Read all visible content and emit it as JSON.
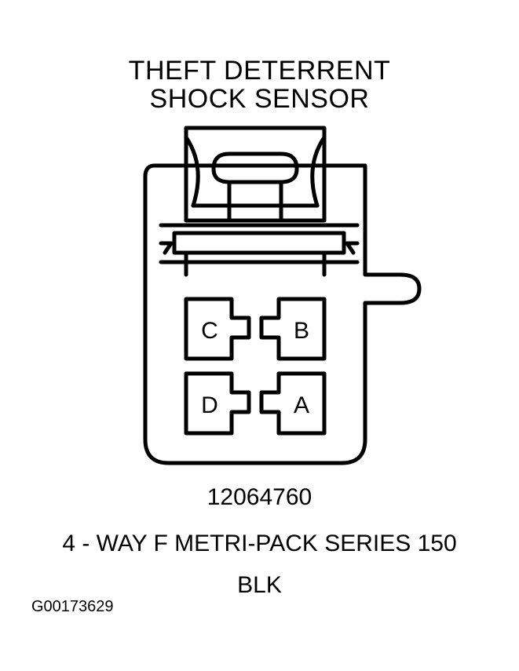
{
  "title": {
    "line1": "THEFT DETERRENT",
    "line2": "SHOCK SENSOR"
  },
  "pins": {
    "c": "C",
    "b": "B",
    "d": "D",
    "a": "A"
  },
  "part_number": "12064760",
  "description": "4 - WAY F METRI-PACK SERIES 150",
  "color": "BLK",
  "figure_code": "G00173629"
}
